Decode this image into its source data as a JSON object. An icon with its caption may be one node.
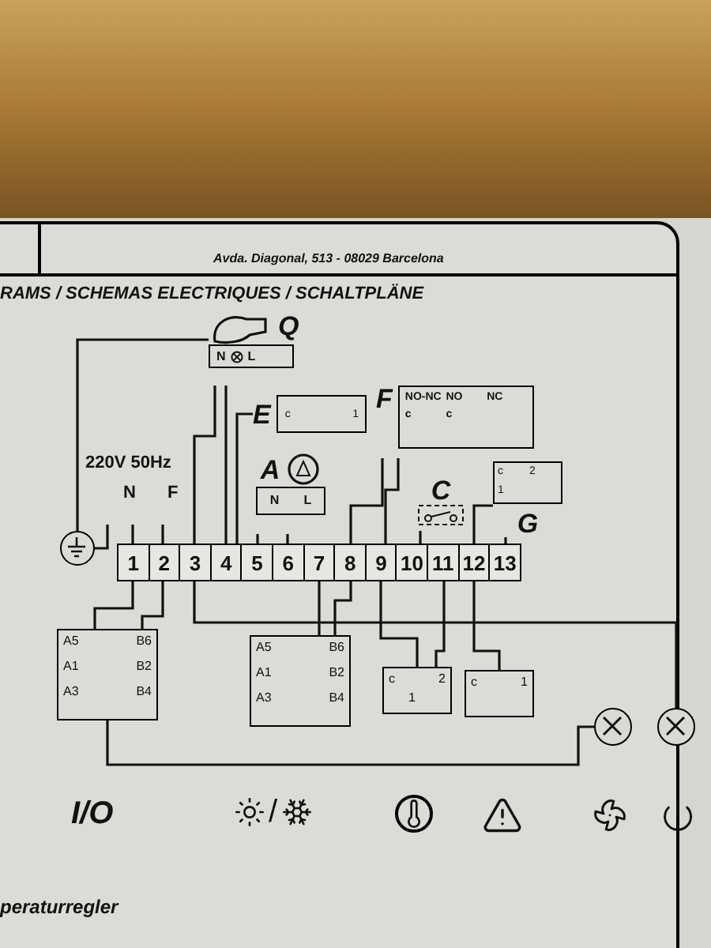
{
  "diagram": {
    "title": "RAMS / SCHEMAS ELECTRIQUES / SCHALTPLÄNE",
    "nodes": [
      {
        "text": [
          "Q",
          "N",
          "L"
        ]
      },
      {
        "text": [
          "E",
          "c",
          "1"
        ]
      },
      {
        "text": [
          "F",
          "NO-NC",
          "NO",
          "NC",
          "c",
          "c"
        ]
      },
      {
        "text": [
          "A",
          "N",
          "L"
        ]
      },
      {
        "text": [
          "C"
        ]
      },
      {
        "text": [
          "G",
          "c",
          "2",
          "1"
        ]
      },
      {
        "text": [
          "220V 50Hz",
          "N",
          "F"
        ]
      },
      {
        "text": [],
        "shape": "circle"
      },
      {
        "text": [],
        "shape": "bar"
      },
      {
        "text": [
          "1"
        ],
        "in": 8
      },
      {
        "text": [
          "2"
        ],
        "in": 8
      },
      {
        "text": [
          "3"
        ],
        "in": 8
      },
      {
        "text": [
          "4"
        ],
        "in": 8
      },
      {
        "text": [
          "5"
        ],
        "in": 8
      },
      {
        "text": [
          "6"
        ],
        "in": 8
      },
      {
        "text": [
          "7"
        ],
        "in": 8
      },
      {
        "text": [
          "8"
        ],
        "in": 8
      },
      {
        "text": [
          "9"
        ],
        "in": 8
      },
      {
        "text": [
          "10"
        ],
        "in": 8
      },
      {
        "text": [
          "11"
        ],
        "in": 8
      },
      {
        "text": [
          "12"
        ],
        "in": 8
      },
      {
        "text": [
          "13"
        ],
        "in": 8
      },
      {
        "text": [
          "A5",
          "B6",
          "A1",
          "B2",
          "A3",
          "B4"
        ]
      },
      {
        "text": [
          "A5",
          "B6",
          "A1",
          "B2",
          "A3",
          "B4"
        ]
      },
      {
        "text": [
          "c",
          "2",
          "1"
        ]
      },
      {
        "text": [
          "c",
          "1"
        ]
      },
      {
        "text": [],
        "shape": "circle"
      },
      {
        "text": [],
        "shape": "circle"
      }
    ],
    "edges": [
      {
        "from": 0,
        "to": 7,
        "arrow": "none"
      },
      {
        "from": 6,
        "to": 7,
        "arrow": "none"
      },
      {
        "from": 6,
        "to": 9,
        "arrow": "none"
      },
      {
        "from": 6,
        "to": 10,
        "arrow": "none"
      },
      {
        "from": 0,
        "to": 11,
        "arrow": "none"
      },
      {
        "from": 0,
        "to": 12,
        "arrow": "none"
      },
      {
        "from": 1,
        "to": 12,
        "arrow": "none"
      },
      {
        "from": 3,
        "to": 13,
        "arrow": "none"
      },
      {
        "from": 3,
        "to": 14,
        "arrow": "none"
      },
      {
        "from": 2,
        "to": 16,
        "arrow": "none"
      },
      {
        "from": 2,
        "to": 17,
        "arrow": "none"
      },
      {
        "from": 4,
        "to": 18,
        "arrow": "none"
      },
      {
        "from": 5,
        "to": 20,
        "arrow": "none"
      },
      {
        "from": 5,
        "to": 21,
        "arrow": "none"
      },
      {
        "from": 9,
        "to": 22,
        "arrow": "none"
      },
      {
        "from": 10,
        "to": 22,
        "arrow": "none"
      },
      {
        "from": 11,
        "to": 27,
        "arrow": "none"
      },
      {
        "from": 15,
        "to": 23,
        "arrow": "none"
      },
      {
        "from": 16,
        "to": 23,
        "arrow": "none"
      },
      {
        "from": 17,
        "to": 24,
        "arrow": "none"
      },
      {
        "from": 19,
        "to": 24,
        "arrow": "none"
      },
      {
        "from": 20,
        "to": 25,
        "arrow": "none"
      },
      {
        "from": 22,
        "to": 26,
        "arrow": "none"
      }
    ],
    "labels": [
      "Avda. Diagonal, 513 - 08029 Barcelona",
      "I/O",
      "/",
      "peraturregler"
    ]
  }
}
